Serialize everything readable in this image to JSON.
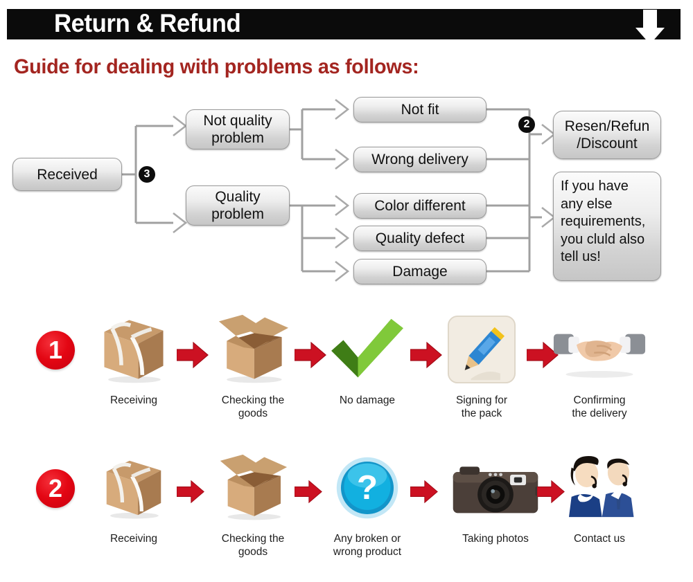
{
  "header": {
    "title": "Return & Refund",
    "arrow_icon": "down-arrow-icon",
    "bar_color": "#0b0b0b"
  },
  "subtitle": {
    "text": "Guide for dealing with problems as follows:",
    "color": "#a32520"
  },
  "flowchart": {
    "nodes": {
      "received": "Received",
      "not_quality_problem": "Not quality\nproblem",
      "quality_problem": "Quality\nproblem",
      "not_fit": "Not fit",
      "wrong_delivery": "Wrong delivery",
      "color_different": "Color different",
      "quality_defect": "Quality defect",
      "damage": "Damage",
      "resend_refund": "Resen/Refun\n/Discount",
      "else_requirements": "If you have any else requirements, you cluld also tell us!"
    },
    "badges": {
      "branch_three": "3",
      "branch_two": "2"
    },
    "connector_color": "#9e9e9e"
  },
  "steps": {
    "row1": {
      "badge": "1",
      "items": [
        {
          "icon": "sealed-box-icon",
          "label": "Receiving"
        },
        {
          "icon": "open-box-icon",
          "label": "Checking the\ngoods"
        },
        {
          "icon": "green-check-icon",
          "label": "No damage"
        },
        {
          "icon": "pencil-signing-icon",
          "label": "Signing for\nthe pack"
        },
        {
          "icon": "handshake-icon",
          "label": "Confirming\nthe delivery"
        }
      ]
    },
    "row2": {
      "badge": "2",
      "items": [
        {
          "icon": "sealed-box-icon",
          "label": "Receiving"
        },
        {
          "icon": "open-box-icon",
          "label": "Checking the\ngoods"
        },
        {
          "icon": "blue-question-icon",
          "label": "Any broken or\nwrong product"
        },
        {
          "icon": "camera-icon",
          "label": "Taking photos"
        },
        {
          "icon": "support-agents-icon",
          "label": "Contact us"
        }
      ]
    },
    "arrow_icon": "red-right-arrow-icon",
    "arrow_color": "#cc1122",
    "badge_color": "#e30613"
  }
}
